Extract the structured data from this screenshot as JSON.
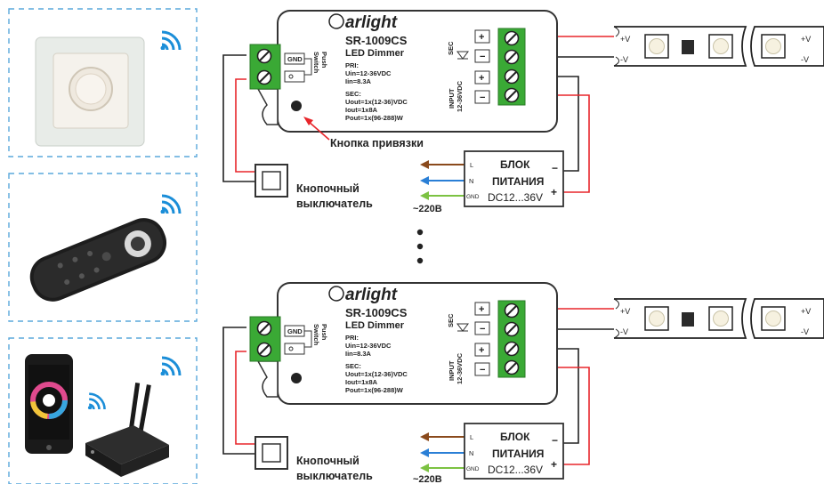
{
  "brand": "arlight",
  "controller": {
    "model": "SR-1009CS",
    "type": "LED Dimmer",
    "pri_title": "PRI:",
    "pri_uin": "Uin=12-36VDC",
    "pri_iin": "Iin=8.3A",
    "sec_title": "SEC:",
    "sec_uout": "Uout=1x(12-36)VDC",
    "sec_iout": "Iout=1x8A",
    "sec_pout": "Pout=1x(96-288)W",
    "gnd_label": "GND",
    "push_switch_1": "Push",
    "push_switch_2": "Switch",
    "sec_label": "SEC",
    "input_label_1": "INPUT",
    "input_label_2": "12-36VDC",
    "plus": "+",
    "minus": "−"
  },
  "bind_button_label": "Кнопка привязки",
  "switch_label_1": "Кнопочный",
  "switch_label_2": "выключатель",
  "psu": {
    "title_1": "БЛОК",
    "title_2": "ПИТАНИЯ",
    "voltage": "DC12...36V",
    "L": "L",
    "N": "N",
    "GND": "GND",
    "minus": "−",
    "plus": "+"
  },
  "mains_label": "~220В",
  "strip": {
    "plus_v": "+V",
    "minus_v": "-V"
  },
  "colors": {
    "red_wire": "#e8262b",
    "black_wire": "#222222",
    "terminal_green": "#3aa935",
    "brown_wire": "#8a4a1c",
    "blue_wire": "#2a7fd6",
    "green_wire": "#7cc242",
    "dashed_border": "#5aa9dc",
    "wifi_blue": "#1b8ed8"
  }
}
